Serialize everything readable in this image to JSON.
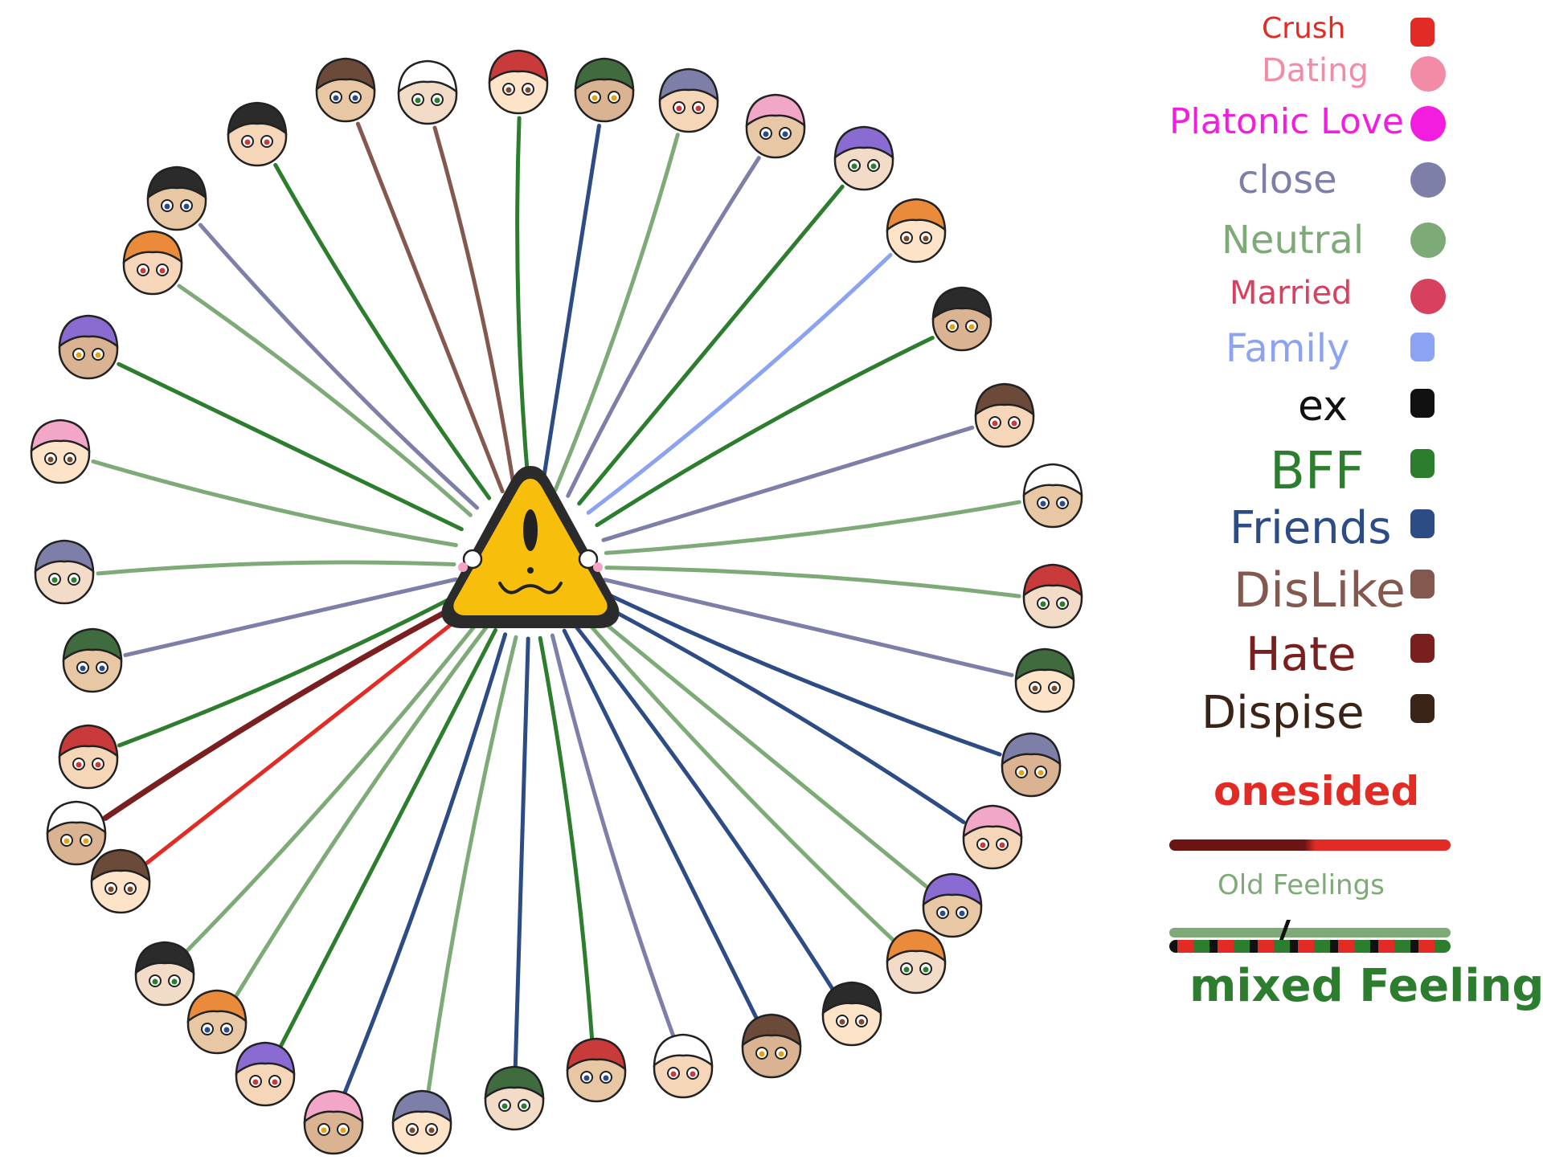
{
  "center": {
    "icon": "yellow-one-eyed-triangle-icon",
    "fill": "#f7be0c",
    "border": "#2b2b2b"
  },
  "legend": [
    {
      "key": "crush",
      "label": "Crush",
      "color": "#e32b25",
      "swatch": "scribble"
    },
    {
      "key": "dating",
      "label": "Dating",
      "color": "#f28ba6",
      "swatch": "dot"
    },
    {
      "key": "platonic_love",
      "label": "Platonic Love",
      "color": "#f21dde",
      "swatch": "dot"
    },
    {
      "key": "close",
      "label": "close",
      "color": "#7d7fa8",
      "swatch": "dot"
    },
    {
      "key": "neutral",
      "label": "Neutral",
      "color": "#7daa77",
      "swatch": "dot"
    },
    {
      "key": "married",
      "label": "Married",
      "color": "#d8405f",
      "swatch": "dot"
    },
    {
      "key": "family",
      "label": "Family",
      "color": "#8ba3f2",
      "swatch": "scribble"
    },
    {
      "key": "ex",
      "label": "ex",
      "color": "#111111",
      "swatch": "scribble"
    },
    {
      "key": "bff",
      "label": "BFF",
      "color": "#2c7d2d",
      "swatch": "scribble"
    },
    {
      "key": "friends",
      "label": "Friends",
      "color": "#2d4b85",
      "swatch": "scribble"
    },
    {
      "key": "dislike",
      "label": "DisLike",
      "color": "#84584e",
      "swatch": "scribble"
    },
    {
      "key": "hate",
      "label": "Hate",
      "color": "#7a1f1f",
      "swatch": "scribble"
    },
    {
      "key": "dispise",
      "label": "Dispise",
      "color": "#3a2418",
      "swatch": "scribble"
    },
    {
      "key": "onesided",
      "label": "onesided",
      "color": "#e32b25",
      "swatch": "gradient-line",
      "color2": "#6b1414"
    },
    {
      "key": "old_feelings",
      "label": "Old Feelings",
      "color": "#7daa77",
      "swatch": "line-with-mark"
    },
    {
      "key": "mixed_feelings",
      "label": "mixed Feelings",
      "color": "#2c7d2d",
      "swatch": "striped-line"
    }
  ],
  "characters": [
    {
      "icon": "white-cap-red-face-icon",
      "relation": "bff"
    },
    {
      "icon": "fishbowl-head-icon",
      "relation": "dislike"
    },
    {
      "icon": "cream-bun-head-icon",
      "relation": "dislike"
    },
    {
      "icon": "red-cherry-head-icon",
      "relation": "bff"
    },
    {
      "icon": "brown-plant-head-icon",
      "relation": "friends"
    },
    {
      "icon": "black-cat-head-icon",
      "relation": "neutral"
    },
    {
      "icon": "green-witch-hat-head-icon",
      "relation": "close"
    },
    {
      "icon": "goggles-box-head-icon",
      "relation": "bff"
    },
    {
      "icon": "robot-screen-head-icon",
      "relation": "family"
    },
    {
      "icon": "navy-haired-sleeping-head-icon",
      "relation": "bff"
    },
    {
      "icon": "rainbow-flower-head-icon",
      "relation": "close"
    },
    {
      "icon": "black-shadow-head-icon",
      "relation": "neutral"
    },
    {
      "icon": "antlered-brown-head-icon",
      "relation": "neutral"
    },
    {
      "icon": "white-haired-red-eye-head-icon",
      "relation": "close"
    },
    {
      "icon": "pale-blue-glasses-head-icon",
      "relation": "friends"
    },
    {
      "icon": "egg-head-icon",
      "relation": "friends"
    },
    {
      "icon": "white-haired-shades-head-icon",
      "relation": "neutral"
    },
    {
      "icon": "clown-blonde-head-icon",
      "relation": "neutral"
    },
    {
      "icon": "brown-round-head-icon",
      "relation": "friends"
    },
    {
      "icon": "black-shaggy-red-eye-head-icon",
      "relation": "friends"
    },
    {
      "icon": "party-hat-blue-head-icon",
      "relation": "close"
    },
    {
      "icon": "easter-egg-head-icon",
      "relation": "bff"
    },
    {
      "icon": "white-fluffy-head-icon",
      "relation": "friends"
    },
    {
      "icon": "blue-bow-head-icon",
      "relation": "neutral"
    },
    {
      "icon": "purple-box-glasses-head-icon",
      "relation": "friends"
    },
    {
      "icon": "orange-fox-ears-head-icon",
      "relation": "bff"
    },
    {
      "icon": "black-cat-blue-glasses-head-icon",
      "relation": "old_feelings"
    },
    {
      "icon": "white-cat-red-glasses-head-icon",
      "relation": "old_feelings"
    },
    {
      "icon": "pink-fox-head-icon",
      "relation": "onesided"
    },
    {
      "icon": "orange-fish-masked-head-icon",
      "relation": "hate"
    },
    {
      "icon": "pink-cup-head-icon",
      "relation": "bff"
    },
    {
      "icon": "pink-heart-head-icon",
      "relation": "close"
    },
    {
      "icon": "long-brown-hair-head-icon",
      "relation": "neutral"
    },
    {
      "icon": "magnifying-glass-head-icon",
      "relation": "neutral"
    },
    {
      "icon": "black-bow-head-icon",
      "relation": "bff"
    },
    {
      "icon": "pink-goggles-head-icon",
      "relation": "neutral"
    },
    {
      "icon": "gray-haired-blue-head-icon",
      "relation": "close"
    }
  ]
}
